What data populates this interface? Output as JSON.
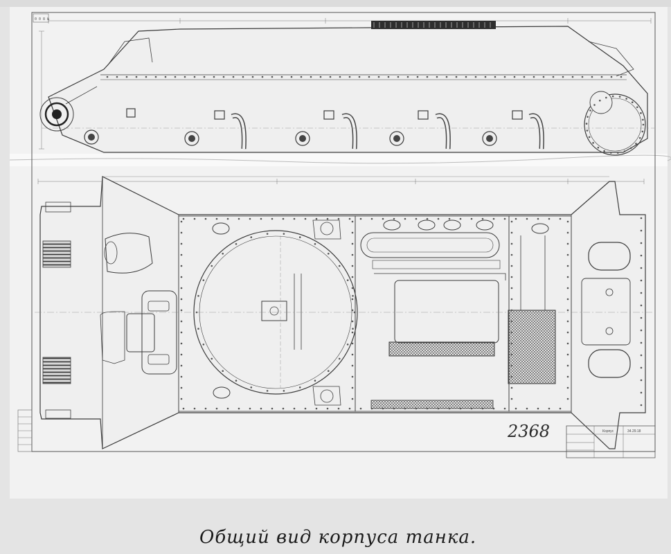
{
  "stamp_top_left": "0 0 8 №",
  "sheet_number": "2368",
  "title_block_name": "Корпус",
  "title_block_code": "34.29.18",
  "caption": "Общий вид корпуса танка.",
  "colors": {
    "paper": "#f2f2f2",
    "ink": "#3a3a3a",
    "background": "#e4e4e4",
    "shadow": "#1e1e1e"
  }
}
